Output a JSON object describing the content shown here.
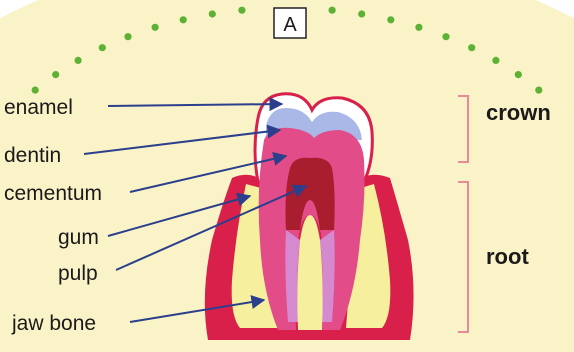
{
  "panel_tag": "A",
  "labels": [
    "enamel",
    "dentin",
    "cementum",
    "gum",
    "pulp",
    "jaw bone"
  ],
  "regions": [
    "crown",
    "root"
  ],
  "colors": {
    "background": "#fbf3c8",
    "dots": "#5db135",
    "arrow": "#2b3f8c",
    "gum": "#d9204a",
    "dentin": "#e24c88",
    "enamel": "#ffffff",
    "bone": "#f6ef9e",
    "pulp": "#b8202f",
    "bracket": "#e98a9a"
  }
}
